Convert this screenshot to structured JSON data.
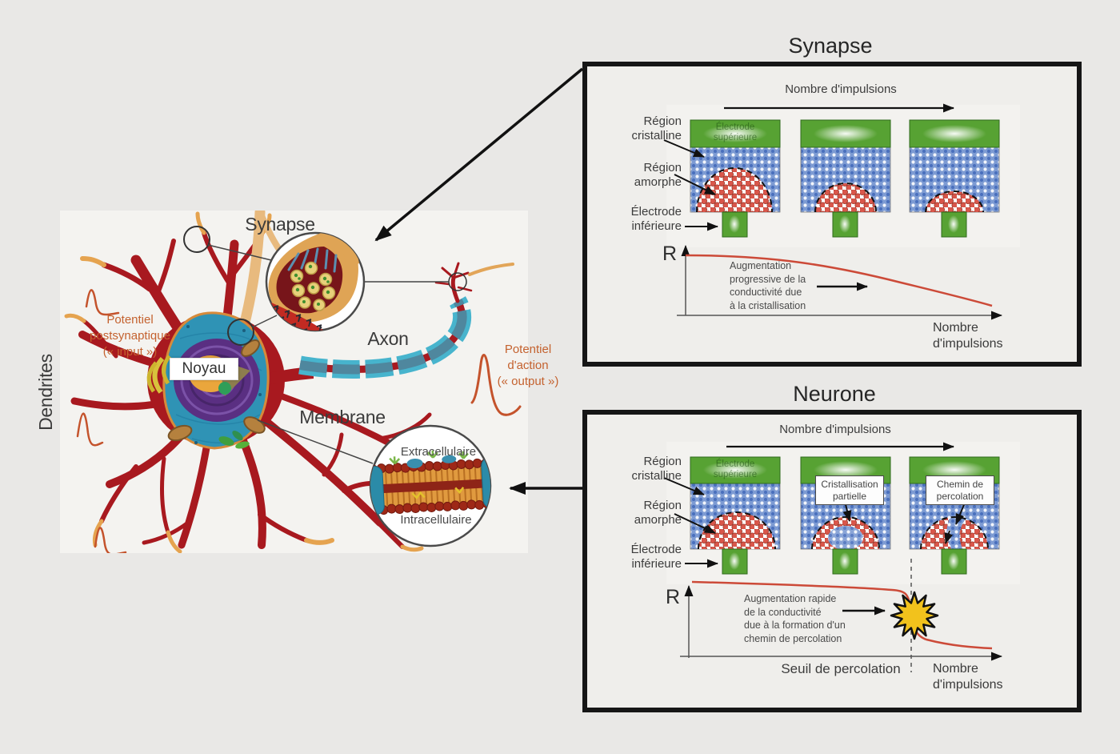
{
  "titles": {
    "synapse": "Synapse",
    "neurone": "Neurone"
  },
  "colors": {
    "page_bg": "#e9e8e6",
    "panel_bg": "#efeeeb",
    "box_border": "#161616",
    "curve_red": "#cc4a38",
    "electrode_green": "#57a233",
    "crystalline_blue": "#7d9bd3",
    "amorphous_red": "#d9574b",
    "starburst_yellow": "#f2c21c",
    "orange_text": "#c4622f",
    "neuron_red": "#a8191f",
    "myelin_teal": "#47b4cd",
    "cytoplasm_teal": "#2f93b5",
    "nucleus_purple": "#5a2f82"
  },
  "neuron": {
    "dendrites": "Dendrites",
    "synapse": "Synapse",
    "axon": "Axon",
    "membrane": "Membrane",
    "noyau": "Noyau",
    "potentiel_post": [
      "Potentiel",
      "postsynaptique",
      "(« input »)"
    ],
    "potentiel_action": [
      "Potentiel",
      "d'action",
      "(« output »)"
    ],
    "extracellulaire": "Extracellulaire",
    "intracellulaire": "Intracellulaire"
  },
  "device_labels": {
    "region_cristalline": [
      "Région",
      "cristalline"
    ],
    "region_amorphe": [
      "Région",
      "amorphe"
    ],
    "electrode_inf": [
      "Électrode",
      "inférieure"
    ],
    "electrode_sup": [
      "Électrode",
      "supérieure"
    ]
  },
  "synapse_panel": {
    "pulses_header": "Nombre d'impulsions",
    "r_axis": "R",
    "annotation": [
      "Augmentation",
      "progressive de la",
      "conductivité due",
      "à la cristallisation"
    ],
    "x_axis": [
      "Nombre",
      "d'impulsions"
    ]
  },
  "neurone_panel": {
    "pulses_header": "Nombre d'impulsions",
    "r_axis": "R",
    "annotation": [
      "Augmentation rapide",
      "de la conductivité",
      "due à la formation d'un",
      "chemin de percolation"
    ],
    "x_axis": [
      "Nombre",
      "d'impulsions"
    ],
    "box_crist": [
      "Cristallisation",
      "partielle"
    ],
    "box_chemin": [
      "Chemin de",
      "percolation"
    ],
    "seuil": "Seuil de percolation"
  }
}
